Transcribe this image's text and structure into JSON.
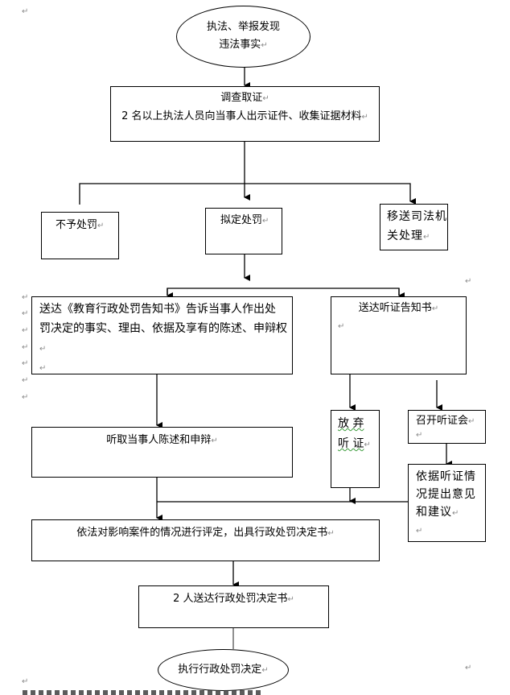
{
  "flowchart": {
    "start": {
      "line1": "执法、举报发现",
      "line2": "违法事实"
    },
    "investigate": {
      "title": "调查取证",
      "detail": "2 名以上执法人员向当事人出示证件、收集证据材料"
    },
    "no_penalty": "不予处罚",
    "propose_penalty": "拟定处罚",
    "transfer": {
      "line1": "移送司法机",
      "line2": "关处理"
    },
    "notice": {
      "line1": "送达《教育行政处罚告知书》告诉当事人作出处",
      "line2": "罚决定的事实、理由、依据及享有的陈述、申辩权"
    },
    "hearing_notice": "送达听证告知书",
    "waive_hearing": {
      "line1": "放 弃",
      "line2": "听 证"
    },
    "hold_hearing": "召开听证会",
    "hearing_opinion": {
      "line1": "依据听证情",
      "line2": "况提出意见",
      "line3": "和建议"
    },
    "listen": "听取当事人陈述和申辩",
    "evaluate": "依法对影响案件的情况进行评定，出具行政处罚决定书",
    "deliver_decision": "2 人送达行政处罚决定书",
    "execute": "执行行政处罚决定"
  },
  "marks": {
    "paragraph": "↵"
  }
}
